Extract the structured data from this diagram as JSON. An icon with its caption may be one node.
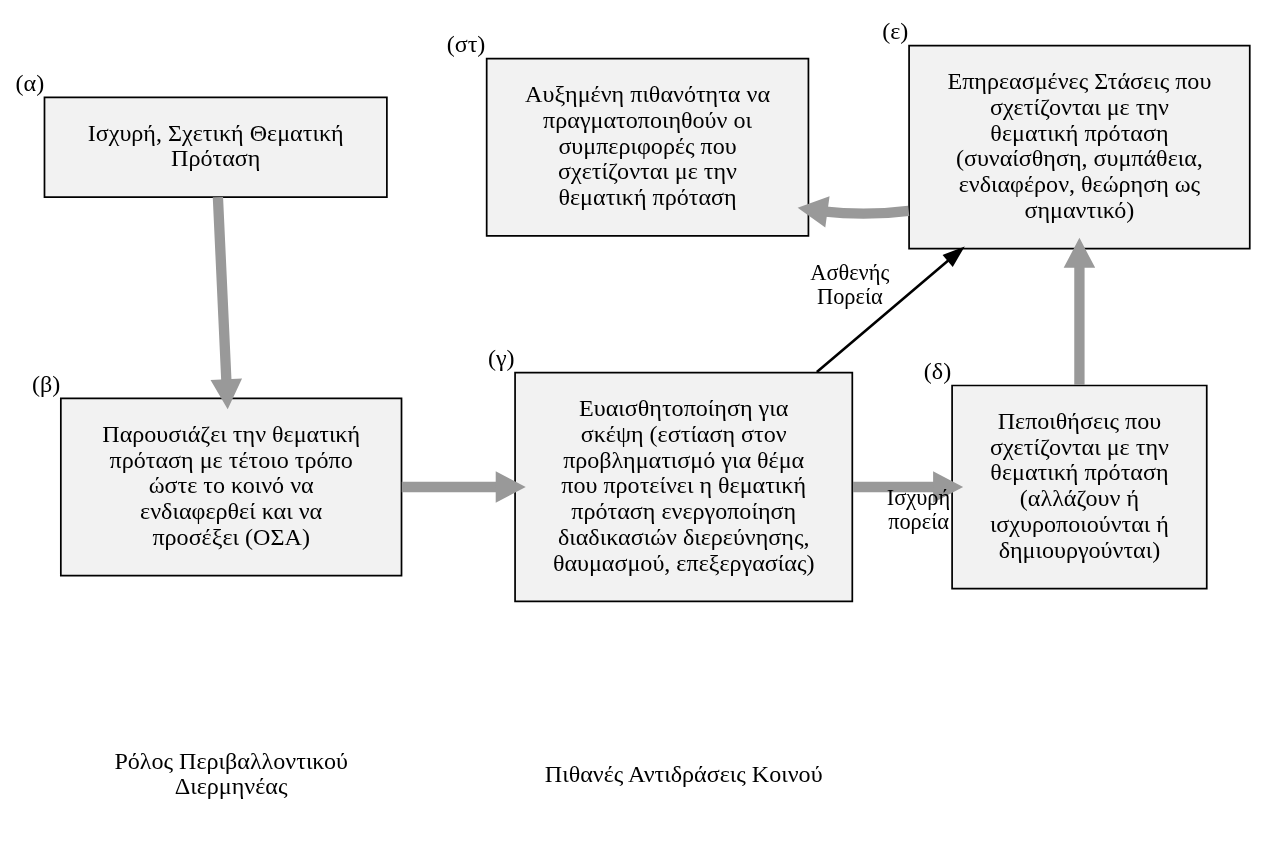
{
  "diagram": {
    "nodes": [
      {
        "text": [
          "Ισχυρή, Σχετική Θεματική Πρόταση"
        ],
        "beside": [
          "(α)"
        ]
      },
      {
        "text": [
          "Παρουσιάζει την θεματική πρόταση με τέτοιο τρόπο ώστε το κοινό να ενδιαφερθεί και να προσέξει (ΟΣΑ)"
        ],
        "beside": [
          "(β)"
        ]
      },
      {
        "text": [
          "Ευαισθητοποίηση για σκέψη (εστίαση στον προβληματισμό για θέμα που προτείνει η θεματική πρόταση ενεργοποίηση διαδικασιών διερεύνησης, θαυμασμού, επεξεργασίας)"
        ],
        "beside": [
          "(γ)"
        ]
      },
      {
        "text": [
          "Πεποιθήσεις που σχετίζονται με την θεματική πρόταση (αλλάζουν ή ισχυροποιούνται ή δημιουργούνται)"
        ],
        "beside": [
          "(δ)"
        ]
      },
      {
        "text": [
          "Επηρεασμένες Στάσεις που σχετίζονται με την θεματική πρόταση (συναίσθηση, συμπάθεια, ενδιαφέρον, θεώρηση ως σημαντικό)"
        ],
        "beside": [
          "(ε)"
        ]
      },
      {
        "text": [
          "Αυξημένη πιθανότητα να πραγματοποιηθούν οι συμπεριφορές που σχετίζονται με την θεματική πρόταση"
        ],
        "beside": [
          "(στ)"
        ]
      }
    ],
    "edges": [
      {
        "from": 0,
        "to": 1,
        "arrow": "to"
      },
      {
        "from": 1,
        "to": 2,
        "arrow": "to"
      },
      {
        "from": 2,
        "to": 3,
        "arrow": "to",
        "label": "Ισχυρή πορεία"
      },
      {
        "from": 3,
        "to": 4,
        "arrow": "to"
      },
      {
        "from": 4,
        "to": 5,
        "arrow": "to"
      },
      {
        "from": 2,
        "to": 4,
        "arrow": "to",
        "label": "Ασθενής Πορεία",
        "color": "#000000"
      }
    ],
    "labels": [
      "Ρόλος Περιβαλλοντικού Διερμηνέας",
      "Πιθανές Αντιδράσεις Κοινού"
    ]
  }
}
